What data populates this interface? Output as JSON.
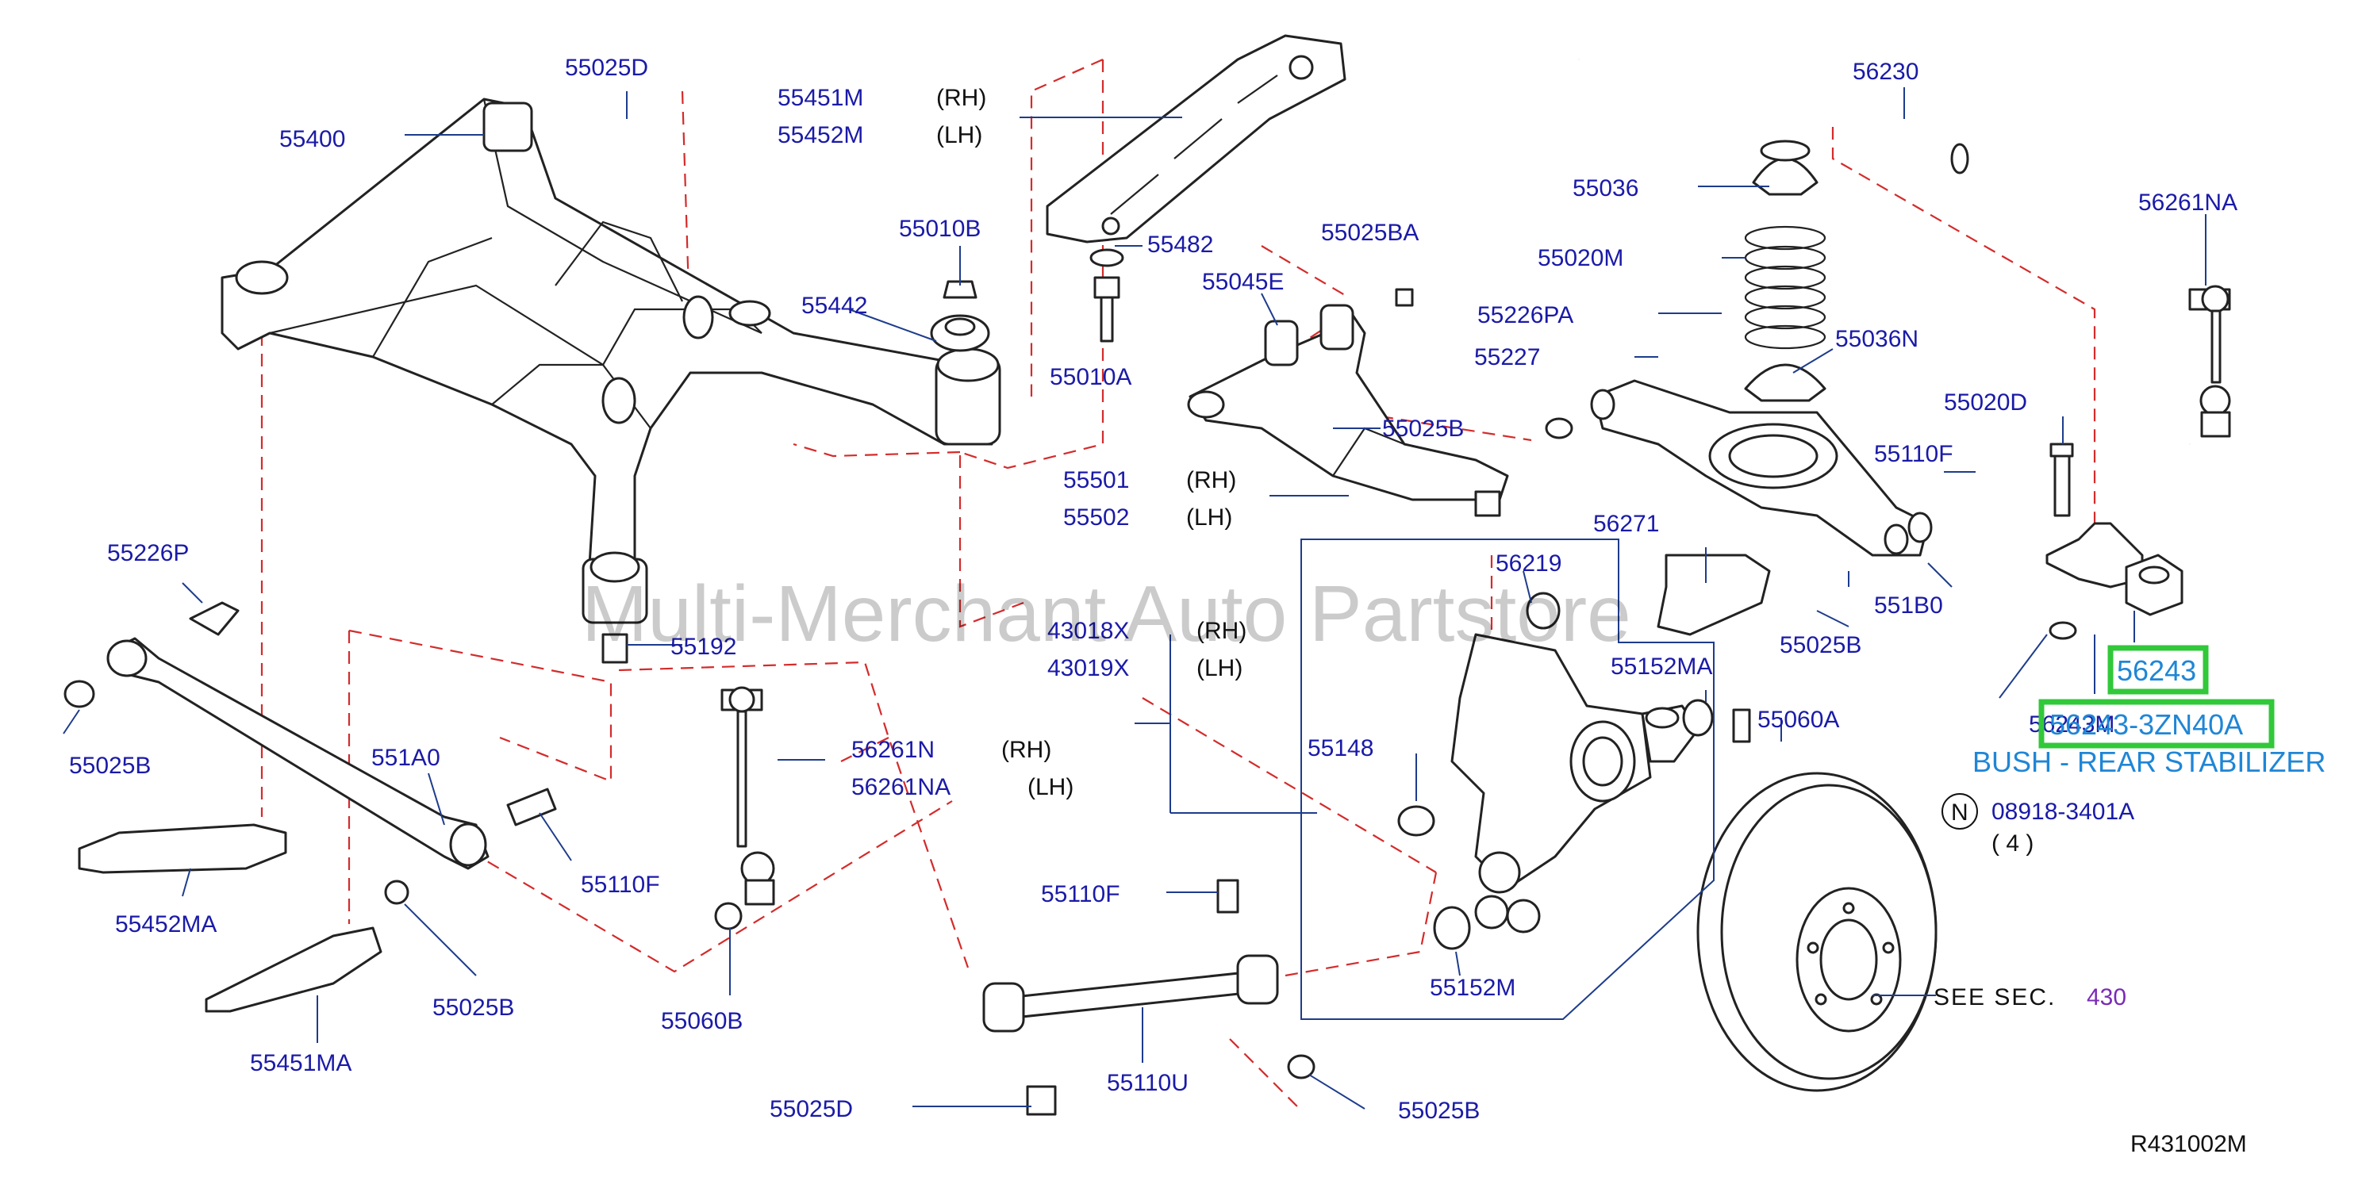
{
  "diagram": {
    "watermark": "Multi-Merchant Auto Partstore",
    "reference_code": "R431002M",
    "see_section": {
      "label": "SEE   SEC.",
      "number": "430"
    },
    "hardware_note": {
      "symbol": "N",
      "part": "08918-3401A",
      "qty": "( 4 )"
    },
    "highlight": {
      "part_number": "56243",
      "full_number": "56243-3ZN40A",
      "overlapped_label": "56243M",
      "description": "BUSH - REAR STABILIZER",
      "color": "#31c83a",
      "text_color": "#1f86d6"
    },
    "side_labels": {
      "rh": "(RH)",
      "lh": "(LH)"
    },
    "colors": {
      "label": "#1a1aa8",
      "dashed": "#d42b2b",
      "leader": "#1d3c8c",
      "watermark": "#000000"
    },
    "callouts": {
      "c55025D_top": "55025D",
      "c55400": "55400",
      "c55451M": "55451M",
      "c55452M": "55452M",
      "c55010B": "55010B",
      "c55482": "55482",
      "c55442": "55442",
      "c55010A": "55010A",
      "c55025BA": "55025BA",
      "c55045E": "55045E",
      "c55025B_upper": "55025B",
      "c55501": "55501",
      "c55502": "55502",
      "c56230": "56230",
      "c55036": "55036",
      "c56261NA_top": "56261NA",
      "c55020M": "55020M",
      "c55226PA": "55226PA",
      "c55227": "55227",
      "c55036N": "55036N",
      "c55020D": "55020D",
      "c55110F_right": "55110F",
      "c56271": "56271",
      "c56219": "56219",
      "c551B0": "551B0",
      "c55025B_right": "55025B",
      "c55152MA": "55152MA",
      "c55060A": "55060A",
      "c43018X": "43018X",
      "c43019X": "43019X",
      "c55148": "55148",
      "c55152M": "55152M",
      "c55226P": "55226P",
      "c55192": "55192",
      "c55025B_left": "55025B",
      "c551A0": "551A0",
      "c56261N": "56261N",
      "c56261NA_mid": "56261NA",
      "c55110F_left": "55110F",
      "c55452MA": "55452MA",
      "c55025B_lower": "55025B",
      "c55060B": "55060B",
      "c55451MA": "55451MA",
      "c55110F_bottom": "55110F",
      "c55110U": "55110U",
      "c55025D_bottom": "55025D",
      "c55025B_bottom": "55025B"
    }
  }
}
